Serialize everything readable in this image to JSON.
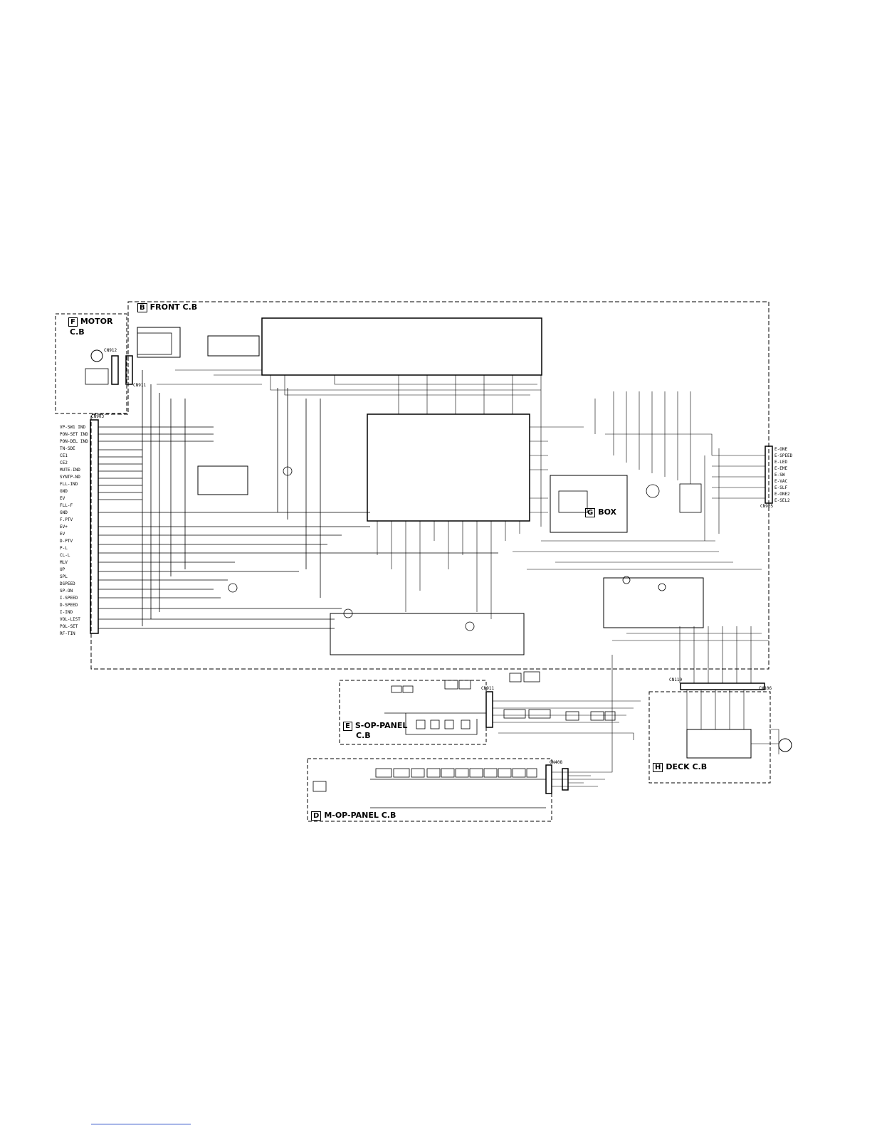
{
  "boards": {
    "front": {
      "letter": "B",
      "title": "FRONT C.B"
    },
    "motor": {
      "letter": "F",
      "title": "MOTOR",
      "subtitle": "C.B"
    },
    "box": {
      "letter": "G",
      "title": "BOX"
    },
    "s_op_panel": {
      "letter": "E",
      "title": "S-OP-PANEL",
      "subtitle": "C.B"
    },
    "m_op_panel": {
      "letter": "D",
      "title": "M-OP-PANEL C.B"
    },
    "deck": {
      "letter": "H",
      "title": "DECK C.B"
    }
  },
  "connectors": {
    "left": "CN903",
    "motor_a": "CN912",
    "motor_b": "CN911",
    "right": "CN905",
    "deck_top": "CN110",
    "deck_right": "CN106",
    "s_panel": "CN911",
    "m_panel": "CN408"
  },
  "left_signals": [
    "VP-SW1 IND",
    "PON-SET IND",
    "PON-DEL IND",
    "TN-SDE",
    "CE1",
    "CE2",
    "MUTE-IND",
    "SYNTP-ND",
    "FLL-IND",
    "GND",
    "EV",
    "FLL-F",
    "GND",
    "F.PTV",
    "EV+",
    "EV",
    "D-PTV",
    "P-L",
    "CL-L",
    "MLV",
    "UP",
    "SPL",
    "DSPEED",
    "SP-ON",
    "I-SPEED",
    "D-SPEED",
    "I-IND",
    "VOL-LIST",
    "POL-SET",
    "RF-TIN"
  ],
  "right_signals": [
    "E-ONE",
    "E-SPEED",
    "E-LED",
    "E-EME",
    "E-SW",
    "E-VAC",
    "E-SLF",
    "E-ONE2",
    "E-SEL2"
  ],
  "colors": {
    "line": "#000000",
    "background": "#ffffff",
    "link": "#2b50c8"
  }
}
